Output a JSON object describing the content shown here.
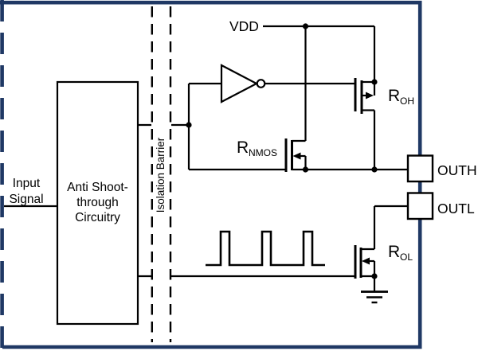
{
  "diagram": {
    "supply_label": "VDD",
    "input": {
      "line1": "Input",
      "line2": "Signal"
    },
    "block": {
      "line1": "Anti Shoot-",
      "line2": "through",
      "line3": "Circuitry"
    },
    "barrier_label": "Isolation Barrier",
    "transistors": {
      "roh": {
        "main": "R",
        "sub": "OH"
      },
      "rnmos": {
        "main": "R",
        "sub": "NMOS"
      },
      "rol": {
        "main": "R",
        "sub": "OL"
      }
    },
    "ports": {
      "outh": "OUTH",
      "outl": "OUTL"
    }
  },
  "colors": {
    "frame": "#1F3864",
    "line": "#000000",
    "background": "#FFFFFF"
  }
}
